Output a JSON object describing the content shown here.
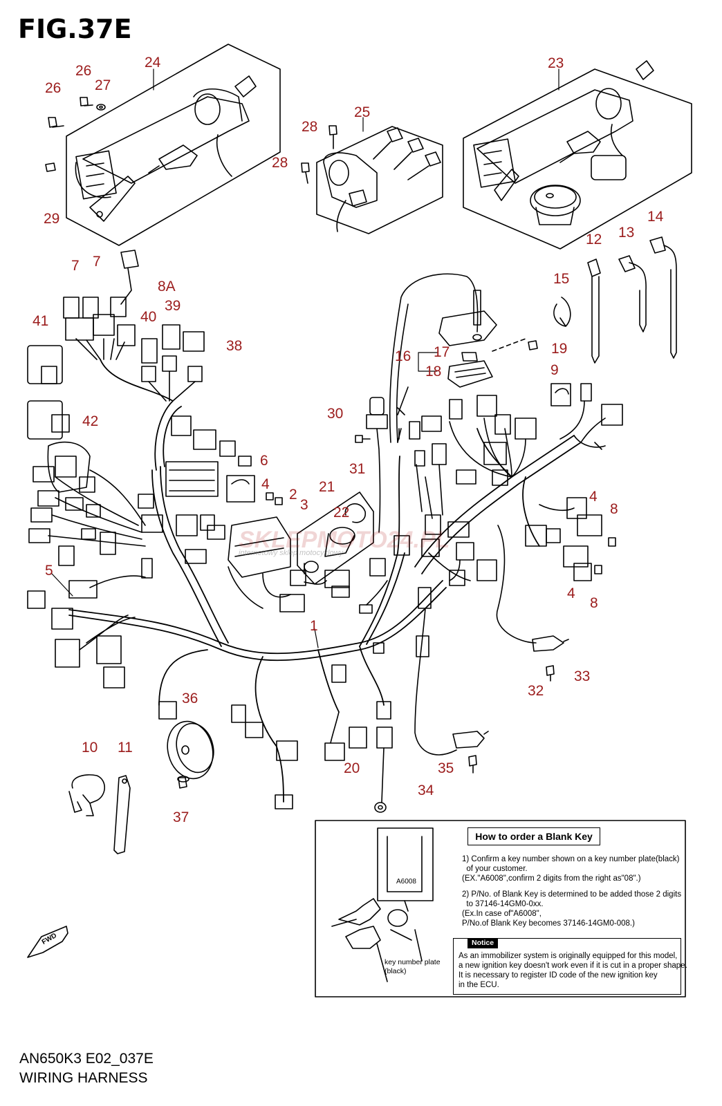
{
  "figure": {
    "title": "FIG.37E",
    "model_code": "AN650K3 E02_037E",
    "name": "WIRING HARNESS"
  },
  "callouts": {
    "c1": "1",
    "c2": "2",
    "c3": "3",
    "c4a": "4",
    "c4b": "4",
    "c4c": "4",
    "c5": "5",
    "c6": "6",
    "c7a": "7",
    "c7b": "7",
    "c8a": "8A",
    "c8b": "8",
    "c8c": "8",
    "c9": "9",
    "c10": "10",
    "c11": "11",
    "c12": "12",
    "c13": "13",
    "c14": "14",
    "c15": "15",
    "c16": "16",
    "c17": "17",
    "c18": "18",
    "c19": "19",
    "c20": "20",
    "c21": "21",
    "c22": "22",
    "c23": "23",
    "c24": "24",
    "c25": "25",
    "c26a": "26",
    "c26b": "26",
    "c27": "27",
    "c28a": "28",
    "c28b": "28",
    "c29": "29",
    "c30": "30",
    "c31": "31",
    "c32": "32",
    "c33": "33",
    "c34": "34",
    "c35": "35",
    "c36": "36",
    "c37": "37",
    "c38": "38",
    "c39": "39",
    "c40": "40",
    "c41": "41",
    "c42": "42"
  },
  "blank_key": {
    "title": "How to order a Blank Key",
    "key_plate_code": "A6008",
    "key_plate_label_1": "key number plate",
    "key_plate_label_2": "(black)",
    "step1": [
      "1) Confirm a key number shown on a key number plate(black)",
      "  of your customer.",
      "(EX.\"A6008\",confirm 2 digits from the right as\"08\".)"
    ],
    "step2": [
      "2) P/No. of Blank Key is determined to be added those 2 digits",
      "  to 37146-14GM0-0xx.",
      "(Ex.In case of\"A6008\",",
      "P/No.of Blank Key becomes 37146-14GM0-008.)"
    ],
    "notice_badge": "Notice",
    "notice": [
      "As an immobilizer system is originally equipped for this model,",
      "a new ignition key doesn't work even if it is cut in a proper shape.",
      "It is necessary to register ID code of the new ignition key",
      "in the ECU."
    ]
  },
  "fwd_label": "FWD",
  "watermark": {
    "brand": "SKLEPMOTO24.PL",
    "tagline": "internetowy sklep motocyklowy"
  }
}
